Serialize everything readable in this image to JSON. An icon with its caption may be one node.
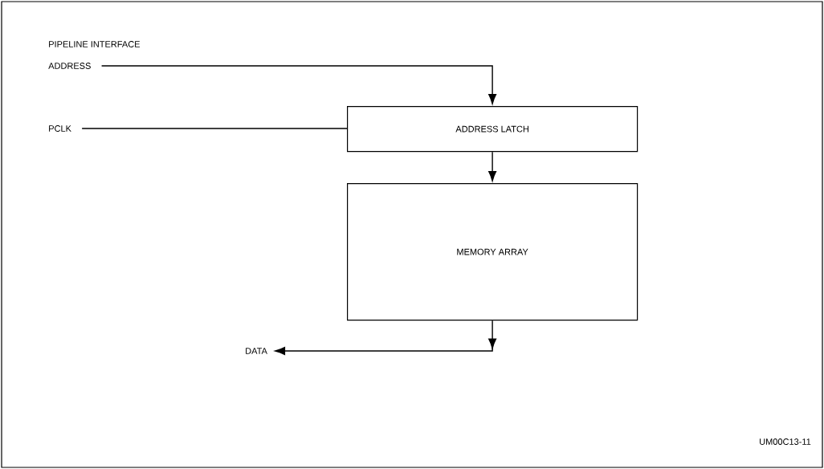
{
  "diagram": {
    "title": "PIPELINE INTERFACE",
    "nodes": [
      {
        "text": [
          "ADDRESS"
        ]
      },
      {
        "text": [
          "PCLK"
        ]
      },
      {
        "text": [
          "ADDRESS LATCH"
        ]
      },
      {
        "text": [
          "MEMORY ARRAY"
        ]
      },
      {
        "text": [
          "DATA"
        ]
      }
    ],
    "edges": [
      {
        "from": 0,
        "to": 2,
        "arrow": "to"
      },
      {
        "from": 1,
        "to": 2,
        "arrow": "none"
      },
      {
        "from": 2,
        "to": 3,
        "arrow": "to"
      },
      {
        "from": 3,
        "to": 4,
        "arrow": "to"
      }
    ],
    "labels": [
      "UM00C13-11"
    ]
  }
}
